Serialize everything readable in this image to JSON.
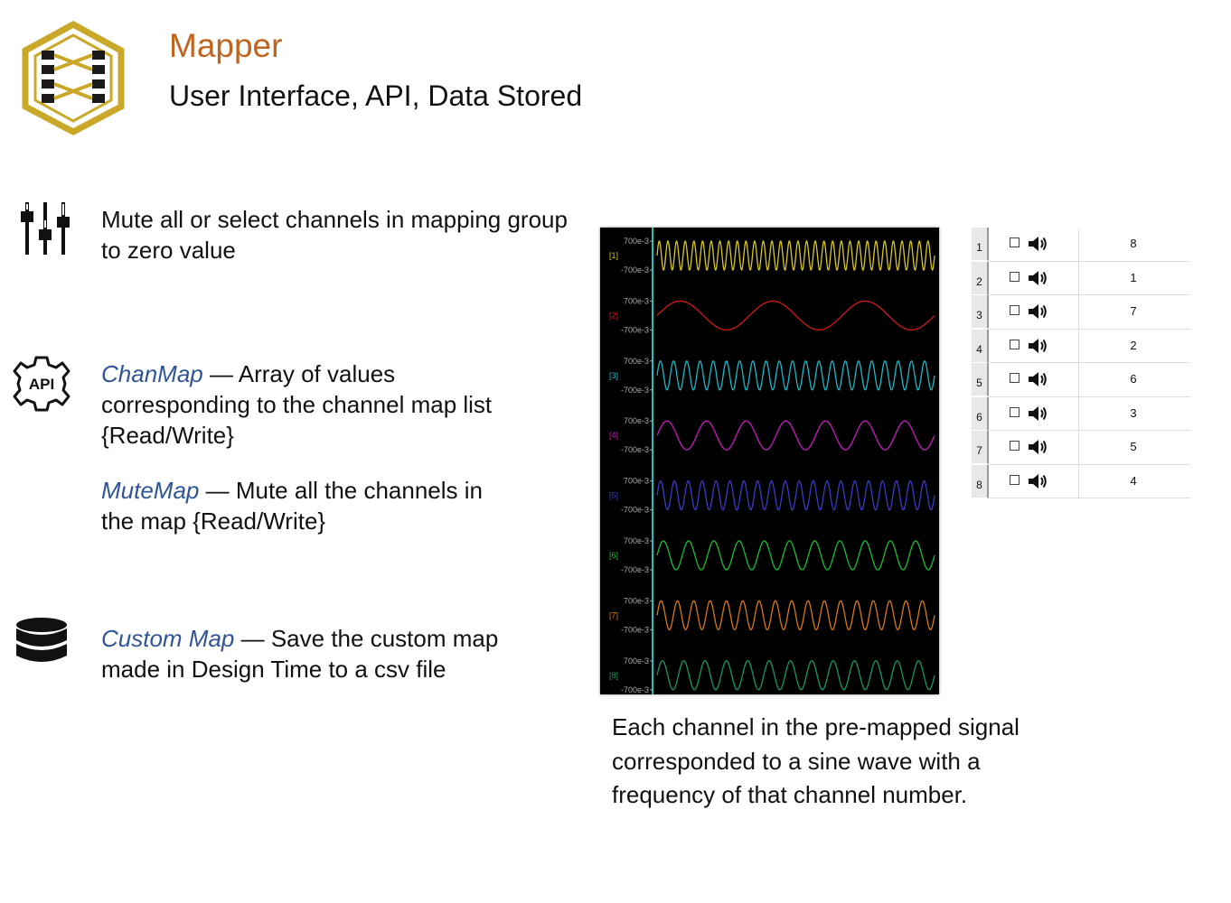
{
  "header": {
    "title": "Mapper",
    "subtitle": "User Interface, API, Data Stored"
  },
  "colors": {
    "title": "#c0651f",
    "keyword": "#2f5597",
    "logo": "#c9a82a"
  },
  "icons": [
    "mapper-logo",
    "sliders-icon",
    "api-gear-icon",
    "database-icon",
    "speaker-icon"
  ],
  "features": {
    "ui": {
      "text_line1": "Mute all or select channels in mapping group",
      "text_line2": "to zero value"
    },
    "chanmap": {
      "keyword": "ChanMap",
      "text_line1": " — Array of values",
      "text_line2": "corresponding to the channel map list",
      "text_line3": "{Read/Write}"
    },
    "mutemap": {
      "keyword": "MuteMap",
      "text_line1": " — Mute all the channels in",
      "text_line2": "the map {Read/Write}"
    },
    "custommap": {
      "keyword": "Custom Map",
      "text_line1": " — Save the custom map",
      "text_line2": "made in Design Time to a csv file"
    }
  },
  "scope": {
    "top_tick": "700e-3",
    "bottom_tick": "-700e-3",
    "channels": [
      {
        "label": "[1]",
        "color": "#d8c81a",
        "cycles": 32
      },
      {
        "label": "[2]",
        "color": "#d01818",
        "cycles": 3
      },
      {
        "label": "[3]",
        "color": "#1ab8c8",
        "cycles": 21
      },
      {
        "label": "[4]",
        "color": "#c81ac0",
        "cycles": 7
      },
      {
        "label": "[5]",
        "color": "#3a3ac8",
        "cycles": 20
      },
      {
        "label": "[6]",
        "color": "#18c030",
        "cycles": 11
      },
      {
        "label": "[7]",
        "color": "#d87818",
        "cycles": 17
      },
      {
        "label": "[8]",
        "color": "#189860",
        "cycles": 13
      }
    ]
  },
  "channel_table": {
    "rows": [
      {
        "index": "1",
        "value": "8"
      },
      {
        "index": "2",
        "value": "1"
      },
      {
        "index": "3",
        "value": "7"
      },
      {
        "index": "4",
        "value": "2"
      },
      {
        "index": "5",
        "value": "6"
      },
      {
        "index": "6",
        "value": "3"
      },
      {
        "index": "7",
        "value": "5"
      },
      {
        "index": "8",
        "value": "4"
      }
    ]
  },
  "caption": {
    "line1": "Each channel in the pre-mapped signal",
    "line2": "corresponded to a sine wave with a",
    "line3": "frequency of that channel number."
  }
}
